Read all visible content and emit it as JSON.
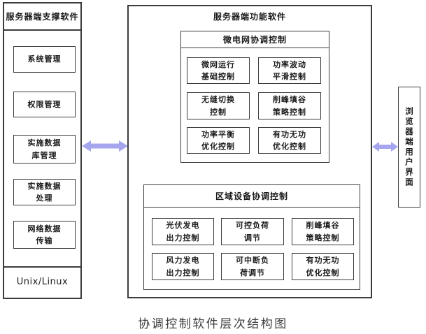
{
  "colors": {
    "border": "#3c3c3c",
    "arrow": "#a6a6ee",
    "background": "#ffffff",
    "text": "#1b1b1b"
  },
  "left_panel": {
    "title": "服务器端支撑软件",
    "items": [
      "系统管理",
      "权限管理",
      "实施数据\n库管理",
      "实施数据\n处理",
      "网络数据\n传输"
    ],
    "footer": "Unix/Linux"
  },
  "middle_panel": {
    "title": "服务器端功能软件",
    "microgrid": {
      "title": "微电网协调控制",
      "items": [
        "微网运行\n基础控制",
        "功率波动\n平滑控制",
        "无缝切换\n控制",
        "削峰填谷\n策略控制",
        "功率平衡\n优化控制",
        "有功无功\n优化控制"
      ]
    },
    "regional": {
      "title": "区域设备协调控制",
      "items": [
        "光伏发电\n出力控制",
        "可控负荷\n调节",
        "削峰填谷\n策略控制",
        "风力发电\n出力控制",
        "可中断负\n荷调节",
        "有功无功\n优化控制"
      ]
    }
  },
  "right_panel": {
    "title": "浏览器端用户界面"
  },
  "caption": "协调控制软件层次结构图"
}
